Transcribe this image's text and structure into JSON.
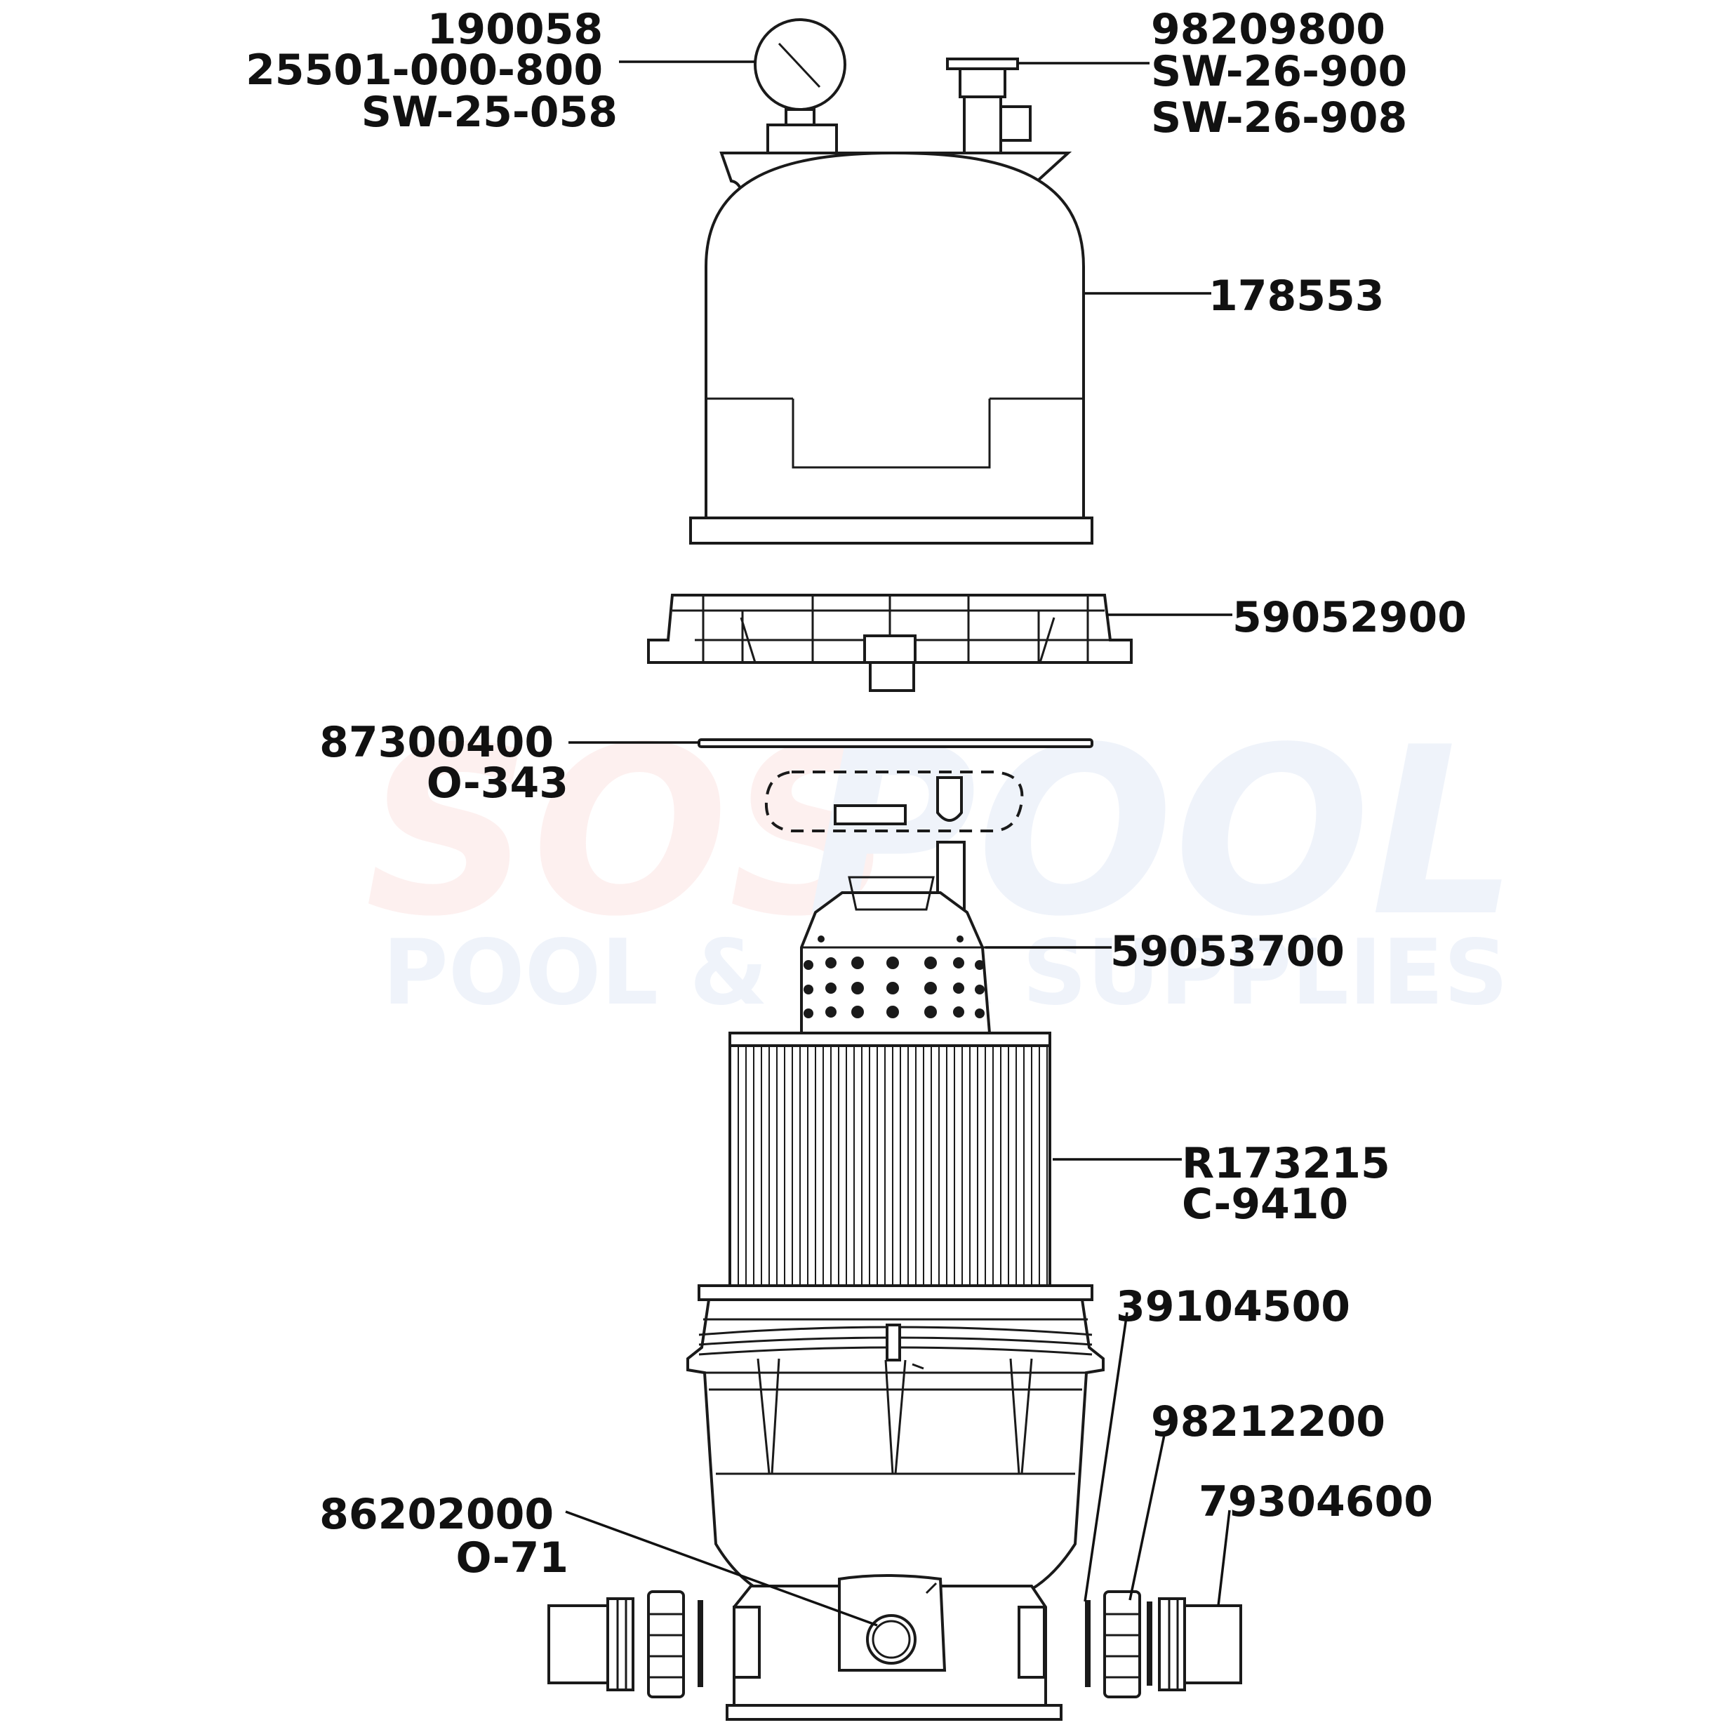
{
  "colors": {
    "line": "#1a1a1a",
    "watermark_red": "#e8352a",
    "watermark_blue": "#2b63c4"
  },
  "watermark": {
    "brand_left": "SOS",
    "brand_right": "POOL",
    "tagline": "POOL & SPA SUPPLIES"
  },
  "callouts": [
    {
      "id": "pressure-gauge",
      "lines": [
        "190058",
        "25501-000-800",
        "SW-25-058"
      ]
    },
    {
      "id": "air-relief-valve",
      "lines": [
        "98209800",
        "SW-26-900",
        "SW-26-908"
      ]
    },
    {
      "id": "tank-lid",
      "lines": [
        "178553"
      ]
    },
    {
      "id": "manifold",
      "lines": [
        "59052900"
      ]
    },
    {
      "id": "o-ring-lid",
      "lines": [
        "87300400",
        "O-343"
      ]
    },
    {
      "id": "air-diffuser",
      "lines": [
        "59053700"
      ]
    },
    {
      "id": "filter-cartridge",
      "lines": [
        "R173215",
        "C-9410"
      ]
    },
    {
      "id": "tank-o-ring",
      "lines": [
        "39104500"
      ]
    },
    {
      "id": "union-nut",
      "lines": [
        "98212200"
      ]
    },
    {
      "id": "union-tail",
      "lines": [
        "79304600"
      ]
    },
    {
      "id": "drain-o-ring",
      "lines": [
        "86202000",
        "O-71"
      ]
    }
  ]
}
